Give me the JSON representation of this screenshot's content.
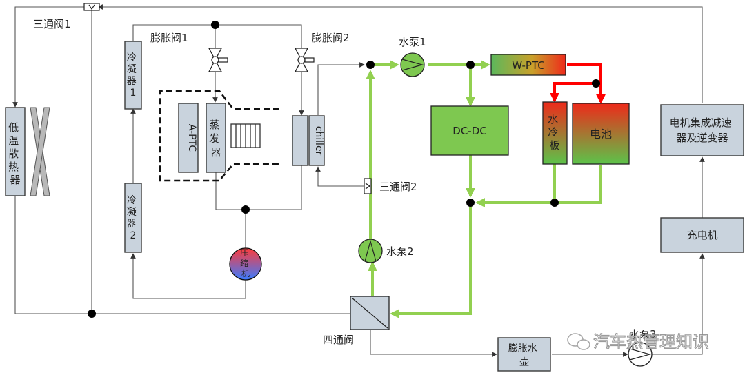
{
  "labels": {
    "three_way_valve_1": "三通阀1",
    "three_way_valve_2": "三通阀2",
    "expansion_valve_1": "膨胀阀1",
    "expansion_valve_2": "膨胀阀2",
    "water_pump_1": "水泵1",
    "water_pump_2": "水泵2",
    "water_pump_3": "水泵3",
    "four_way_valve": "四通阀",
    "low_temp_radiator": [
      "低",
      "温",
      "散",
      "热",
      "器"
    ],
    "condenser_1": [
      "冷",
      "凝",
      "器",
      "1"
    ],
    "condenser_2": [
      "冷",
      "凝",
      "器",
      "2"
    ],
    "a_ptc": "A-PTC",
    "evaporator": [
      "蒸",
      "发",
      "器"
    ],
    "chiller": "chiller",
    "compressor": [
      "压",
      "缩",
      "机"
    ],
    "w_ptc": "W-PTC",
    "dc_dc": "DC-DC",
    "water_cold_plate": [
      "水",
      "冷",
      "板"
    ],
    "battery": "电池",
    "motor_unit": [
      "电机集成减速",
      "器及逆变器"
    ],
    "charger": "充电机",
    "expansion_tank": [
      "膨胀水",
      "壶"
    ],
    "watermark": "汽车热管理知识"
  },
  "colors": {
    "coolant_line": "#92d050",
    "hot_line": "#ff0000",
    "component_gray": "#c9d3dd",
    "component_green": "#7ec850"
  }
}
